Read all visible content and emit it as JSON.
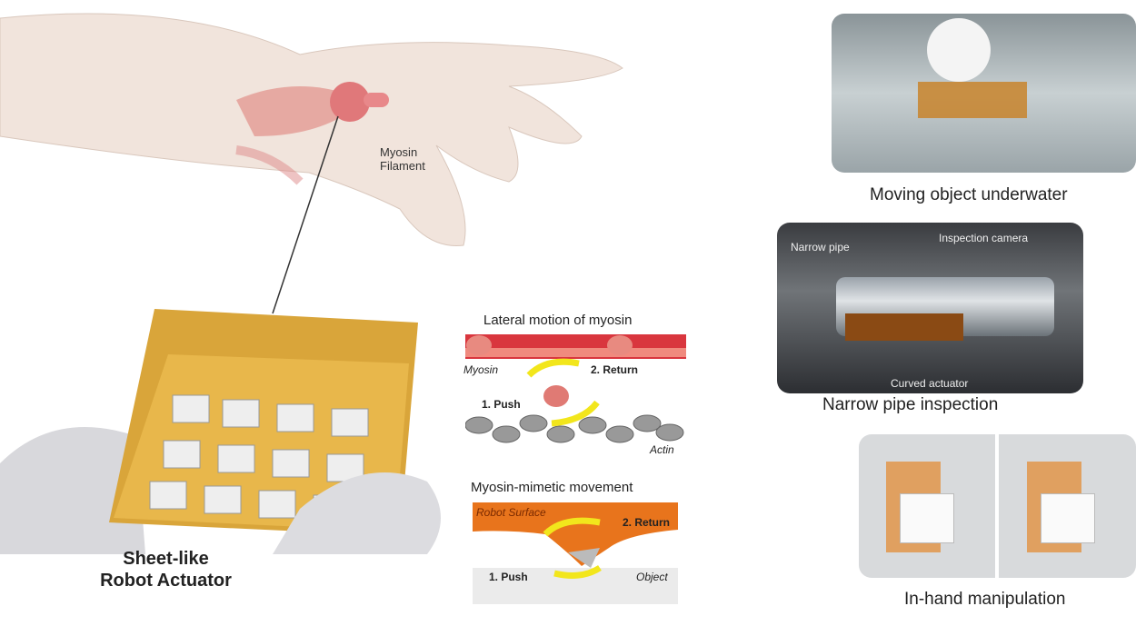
{
  "hand": {
    "label_line1": "Myosin",
    "label_line2": "Filament"
  },
  "actuator": {
    "title_line1": "Sheet-like",
    "title_line2": "Robot Actuator"
  },
  "lateral": {
    "title": "Lateral motion of myosin",
    "myosin": "Myosin",
    "return": "2. Return",
    "push": "1. Push",
    "actin": "Actin"
  },
  "mimetic": {
    "title": "Myosin-mimetic movement",
    "surface": "Robot Surface",
    "return": "2. Return",
    "push": "1. Push",
    "object": "Object"
  },
  "panels": {
    "underwater": {
      "caption": "Moving object underwater"
    },
    "pipe": {
      "caption": "Narrow pipe inspection",
      "narrow_pipe": "Narrow pipe",
      "camera": "Inspection camera",
      "actuator": "Curved actuator"
    },
    "inhand": {
      "caption": "In-hand manipulation"
    }
  },
  "colors": {
    "myosin_red": "#d9363e",
    "surface_orange": "#e8741c",
    "arrow_yellow": "#f2e61c",
    "sheet_gold": "#d9a53a"
  }
}
